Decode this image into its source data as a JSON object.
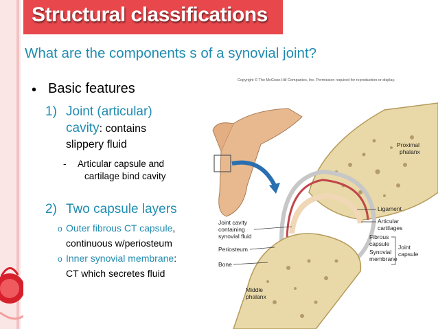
{
  "title": "Structural classifications",
  "question": "What are the components s of a synovial joint?",
  "bullet": "Basic features",
  "item1": {
    "number": "1)",
    "line1": "Joint (articular)",
    "term": "cavity",
    "rest": ": contains",
    "line3": "slippery fluid",
    "dash": "-",
    "sub1": "Articular capsule and",
    "sub2": "cartilage bind cavity"
  },
  "item2": {
    "number": "2)",
    "text": "Two capsule layers",
    "o1_term": "Outer fibrous CT capsule",
    "o1_rest": ",",
    "o1_line2": "continuous w/periosteum",
    "o2_term": "Inner synovial membrane",
    "o2_rest": ":",
    "o2_line2": "CT which secretes fluid"
  },
  "diagram": {
    "copyright": "Copyright © The McGraw-Hill Companies, Inc. Permission required for reproduction or display.",
    "labels": {
      "proximal": [
        "Proximal",
        "phalanx"
      ],
      "ligament": "Ligament",
      "articular": [
        "Articular",
        "cartilages"
      ],
      "joint_cavity": [
        "Joint cavity",
        "containing",
        "synovial fluid"
      ],
      "periosteum": "Periosteum",
      "fibrous": [
        "Fibrous",
        "capsule"
      ],
      "synovial": [
        "Synovial",
        "membrane"
      ],
      "joint_capsule": [
        "Joint",
        "capsule"
      ],
      "bone": "Bone",
      "middle": [
        "Middle",
        "phalanx"
      ]
    }
  },
  "colors": {
    "banner": "#e8474c",
    "accent_blue": "#1f8bb0",
    "deco_red": "#d6202c"
  }
}
